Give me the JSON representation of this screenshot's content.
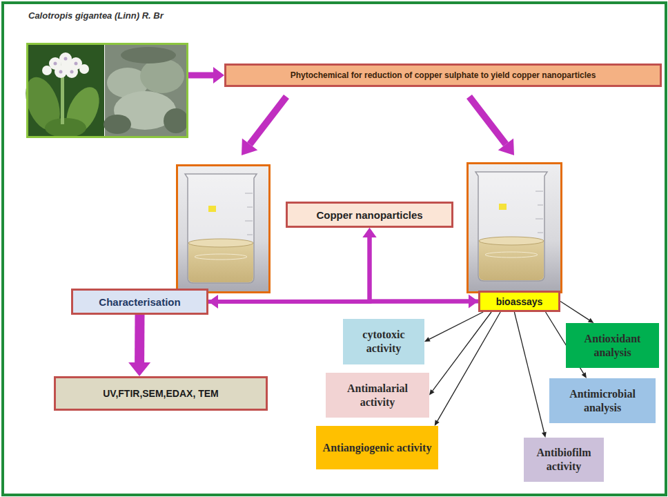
{
  "diagram": {
    "nodes": [
      {
        "text": [
          "Calotropis gigantea (Linn) R. Br"
        ]
      },
      {
        "text": [
          "Phytochemical for reduction of copper sulphate to yield copper nanoparticles"
        ]
      },
      {
        "text": [
          "Copper nanoparticles"
        ]
      },
      {
        "text": [
          "Characterisation"
        ]
      },
      {
        "text": [
          "bioassays"
        ]
      },
      {
        "text": [
          "cytotoxic activity"
        ]
      },
      {
        "text": [
          "Antioxidant analysis"
        ]
      },
      {
        "text": [
          "UV,FTIR,SEM,EDAX, TEM"
        ]
      },
      {
        "text": [
          "Antimalarial activity"
        ]
      },
      {
        "text": [
          "Antimicrobial analysis"
        ]
      },
      {
        "text": [
          "Antiangiogenic activity"
        ]
      },
      {
        "text": [
          "Antibiofilm activity"
        ]
      }
    ],
    "edges": [
      {
        "from": 0,
        "to": 1,
        "arrow": "to"
      },
      {
        "from": 3,
        "to": 4,
        "arrow": "both"
      },
      {
        "from": 3,
        "to": 2,
        "arrow": "to"
      },
      {
        "from": 4,
        "to": 2,
        "arrow": "to"
      },
      {
        "from": 3,
        "to": 7,
        "arrow": "to"
      },
      {
        "from": 4,
        "to": 5,
        "arrow": "to"
      },
      {
        "from": 4,
        "to": 6,
        "arrow": "to"
      },
      {
        "from": 4,
        "to": 8,
        "arrow": "to"
      },
      {
        "from": 4,
        "to": 9,
        "arrow": "to"
      },
      {
        "from": 4,
        "to": 10,
        "arrow": "to"
      },
      {
        "from": 4,
        "to": 11,
        "arrow": "to"
      }
    ]
  }
}
